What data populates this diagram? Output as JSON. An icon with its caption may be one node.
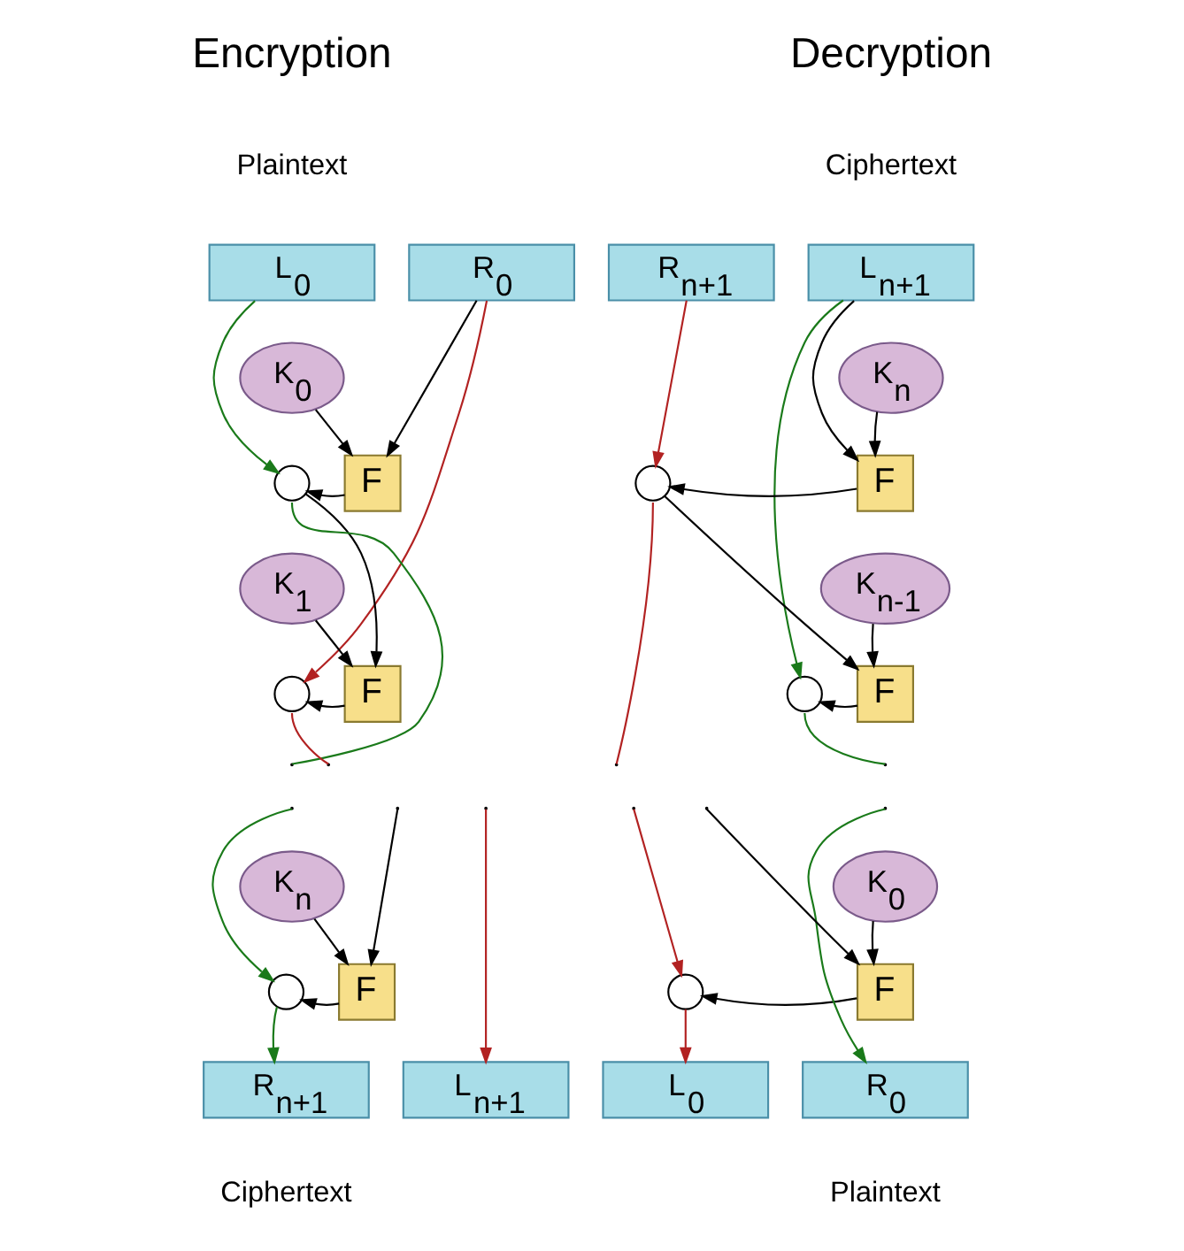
{
  "diagram": {
    "nodes": [
      {
        "text": [
          "L$_{0}$"
        ]
      },
      {
        "text": [
          "R$_{0}$"
        ]
      },
      {
        "text": [
          "R$_{n+1}$"
        ]
      },
      {
        "text": [
          "L$_{n+1}$"
        ]
      },
      {
        "text": [
          "K$_{0}$"
        ]
      },
      {
        "text": [
          "K$_{n}$"
        ]
      },
      {
        "text": [],
        "shape": "circle"
      },
      {
        "text": [
          "F"
        ]
      },
      {
        "text": [],
        "shape": "circle"
      },
      {
        "text": [
          "F"
        ]
      },
      {
        "text": [
          "K$_{1}$"
        ]
      },
      {
        "text": [
          "K$_{n-1}$"
        ]
      },
      {
        "text": [],
        "shape": "circle"
      },
      {
        "text": [
          "F"
        ]
      },
      {
        "text": [],
        "shape": "circle"
      },
      {
        "text": [
          "F"
        ]
      },
      {
        "text": [
          "K$_{n}$"
        ]
      },
      {
        "text": [
          "K$_{0}$"
        ]
      },
      {
        "text": [],
        "shape": "circle"
      },
      {
        "text": [
          "F"
        ]
      },
      {
        "text": [],
        "shape": "circle"
      },
      {
        "text": [
          "F"
        ]
      },
      {
        "text": [
          "R$_{n+1}$"
        ]
      },
      {
        "text": [
          "L$_{n+1}$"
        ]
      },
      {
        "text": [
          "L$_{0}$"
        ]
      },
      {
        "text": [
          "R$_{0}$"
        ]
      }
    ],
    "edges": [
      {
        "from": 0,
        "to": 6,
        "arrow": "to",
        "color": "#1a7a1a"
      },
      {
        "from": 1,
        "to": 7,
        "arrow": "to"
      },
      {
        "from": 4,
        "to": 7,
        "arrow": "to"
      },
      {
        "from": 7,
        "to": 6,
        "arrow": "to"
      },
      {
        "from": 6,
        "to": 13,
        "arrow": "to"
      },
      {
        "from": 1,
        "to": 12,
        "arrow": "to",
        "color": "#b22222"
      },
      {
        "from": 10,
        "to": 13,
        "arrow": "to"
      },
      {
        "from": 13,
        "to": 12,
        "arrow": "to"
      },
      {
        "from": 12,
        "to": null,
        "arrow": "none",
        "color": "#b22222"
      },
      {
        "from": 6,
        "to": null,
        "arrow": "none",
        "color": "#1a7a1a"
      },
      {
        "from": null,
        "to": 18,
        "arrow": "to",
        "color": "#1a7a1a"
      },
      {
        "from": null,
        "to": 23,
        "arrow": "to",
        "color": "#b22222"
      },
      {
        "from": null,
        "to": 19,
        "arrow": "to"
      },
      {
        "from": 16,
        "to": 19,
        "arrow": "to"
      },
      {
        "from": 19,
        "to": 18,
        "arrow": "to"
      },
      {
        "from": 18,
        "to": 22,
        "arrow": "to",
        "color": "#1a7a1a"
      },
      {
        "from": 2,
        "to": 8,
        "arrow": "to",
        "color": "#b22222"
      },
      {
        "from": 3,
        "to": 9,
        "arrow": "to"
      },
      {
        "from": 5,
        "to": 9,
        "arrow": "to"
      },
      {
        "from": 9,
        "to": 8,
        "arrow": "to"
      },
      {
        "from": 8,
        "to": 15,
        "arrow": "to"
      },
      {
        "from": 3,
        "to": 14,
        "arrow": "to",
        "color": "#1a7a1a"
      },
      {
        "from": 11,
        "to": 15,
        "arrow": "to"
      },
      {
        "from": 15,
        "to": 14,
        "arrow": "to"
      },
      {
        "from": 14,
        "to": null,
        "arrow": "none",
        "color": "#1a7a1a"
      },
      {
        "from": 8,
        "to": null,
        "arrow": "none",
        "color": "#b22222"
      },
      {
        "from": null,
        "to": 20,
        "arrow": "to",
        "color": "#b22222"
      },
      {
        "from": null,
        "to": 25,
        "arrow": "to",
        "color": "#1a7a1a"
      },
      {
        "from": null,
        "to": 21,
        "arrow": "to"
      },
      {
        "from": 17,
        "to": 21,
        "arrow": "to"
      },
      {
        "from": 21,
        "to": 20,
        "arrow": "to"
      },
      {
        "from": 20,
        "to": 24,
        "arrow": "to",
        "color": "#b22222"
      }
    ],
    "labels": [
      "Encryption",
      "Decryption",
      "Plaintext",
      "Ciphertext",
      "Ciphertext",
      "Plaintext"
    ]
  }
}
